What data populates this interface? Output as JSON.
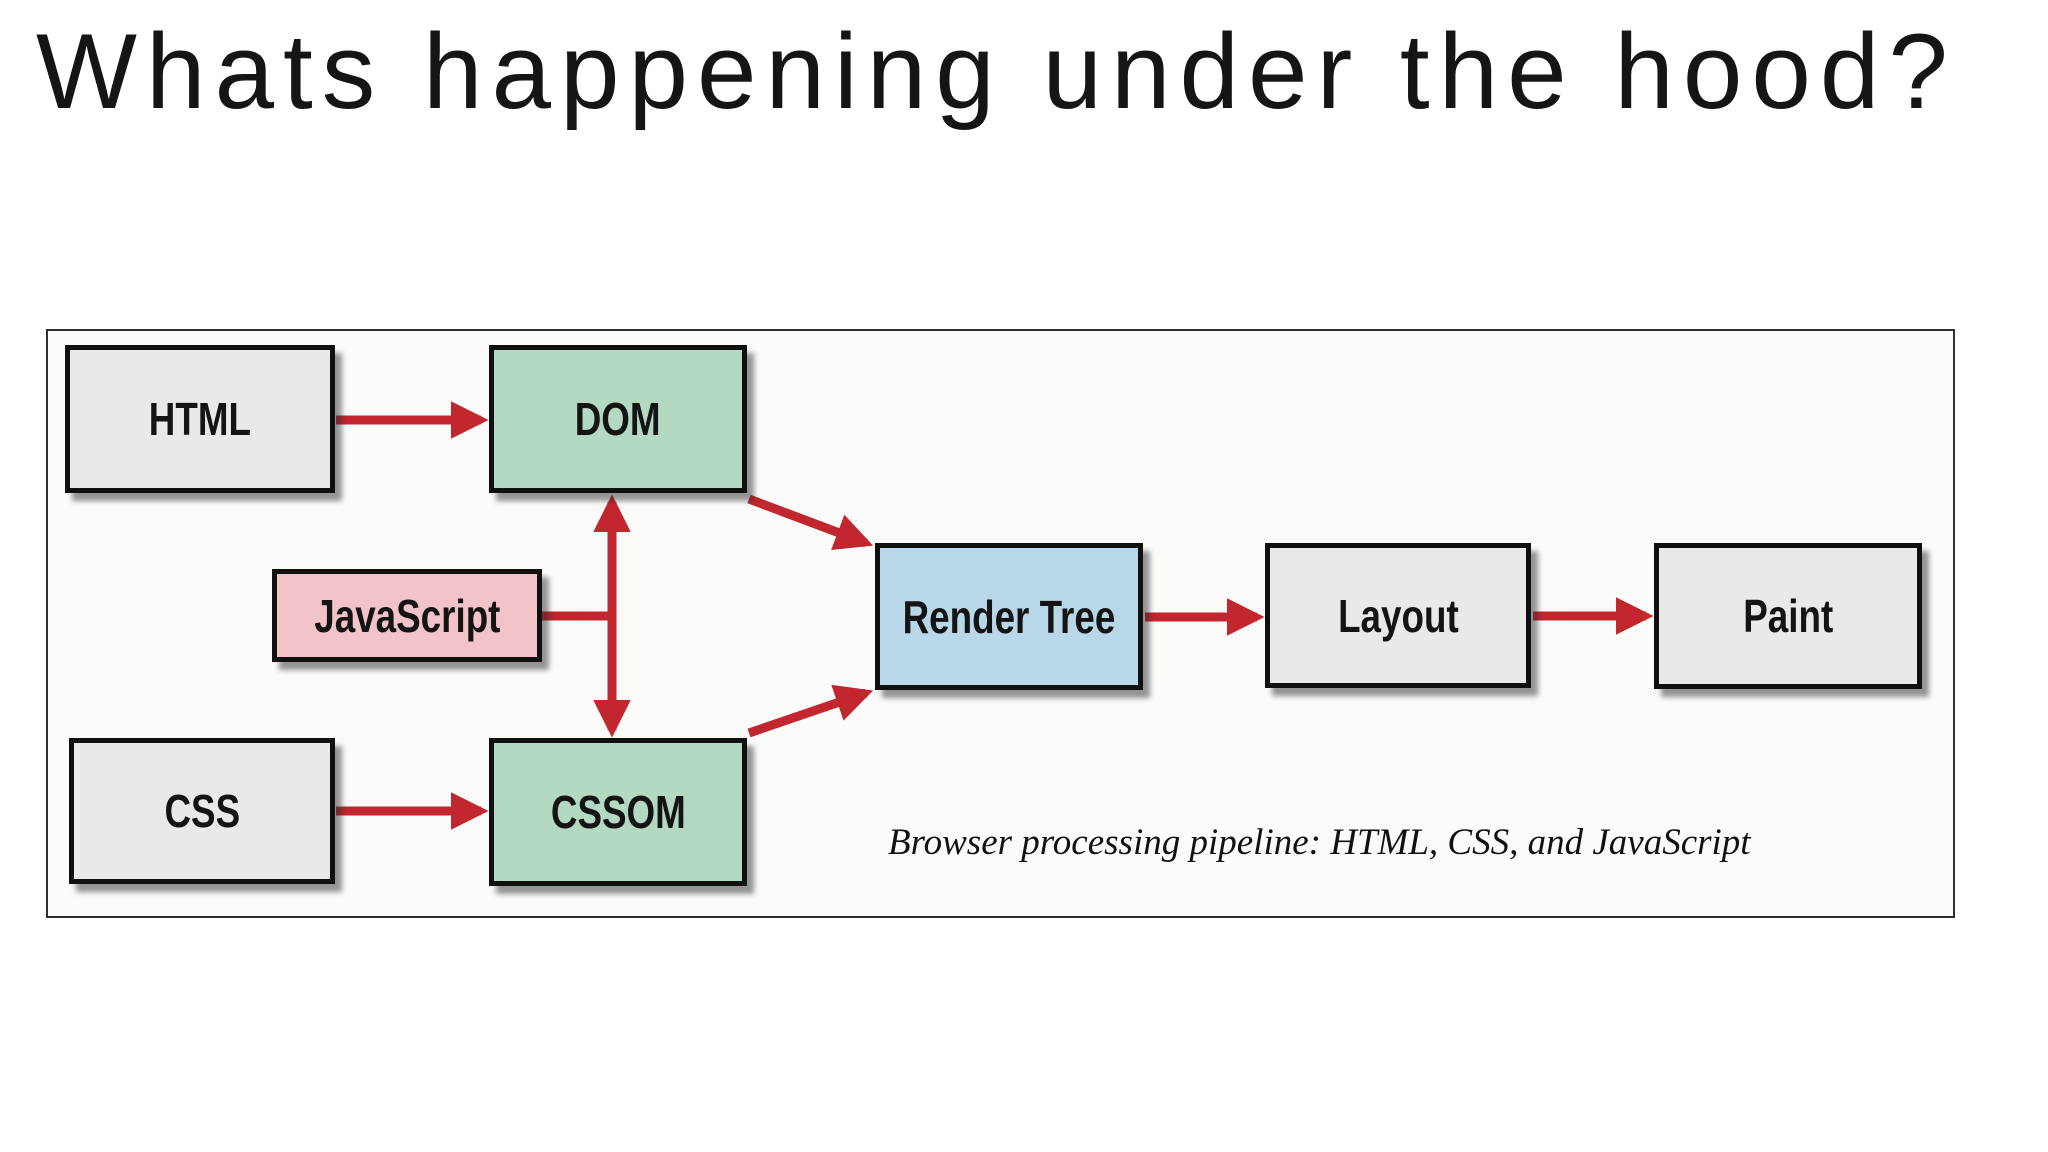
{
  "title": "Whats happening under the hood?",
  "diagram": {
    "boxes": [
      {
        "id": "html",
        "label": "HTML",
        "fill": "gray"
      },
      {
        "id": "dom",
        "label": "DOM",
        "fill": "green"
      },
      {
        "id": "javascript",
        "label": "JavaScript",
        "fill": "pink"
      },
      {
        "id": "css",
        "label": "CSS",
        "fill": "gray"
      },
      {
        "id": "cssom",
        "label": "CSSOM",
        "fill": "green"
      },
      {
        "id": "render_tree",
        "label": "Render Tree",
        "fill": "blue"
      },
      {
        "id": "layout",
        "label": "Layout",
        "fill": "gray"
      },
      {
        "id": "paint",
        "label": "Paint",
        "fill": "gray"
      }
    ],
    "edges": [
      {
        "from": "HTML",
        "to": "DOM",
        "type": "arrow"
      },
      {
        "from": "CSS",
        "to": "CSSOM",
        "type": "arrow"
      },
      {
        "from": "JavaScript",
        "to": "DOM",
        "type": "arrow"
      },
      {
        "from": "JavaScript",
        "to": "CSSOM",
        "type": "arrow"
      },
      {
        "from": "DOM",
        "to": "Render Tree",
        "type": "arrow"
      },
      {
        "from": "CSSOM",
        "to": "Render Tree",
        "type": "arrow"
      },
      {
        "from": "Render Tree",
        "to": "Layout",
        "type": "arrow"
      },
      {
        "from": "Layout",
        "to": "Paint",
        "type": "arrow"
      }
    ],
    "caption": "Browser processing pipeline: HTML, CSS, and JavaScript"
  },
  "colors": {
    "page_bg": "#ffffff",
    "figure_bg": "#fbfbfa",
    "gray_box": "#e9e9e9",
    "green_box": "#b3d9c3",
    "pink_box": "#f2c4c9",
    "blue_box": "#b8d8ea",
    "arrow_red": "#c2262e",
    "box_border": "#101010",
    "frame_border": "#2f2f2f",
    "title_color": "#151515",
    "caption_color": "#111111"
  }
}
